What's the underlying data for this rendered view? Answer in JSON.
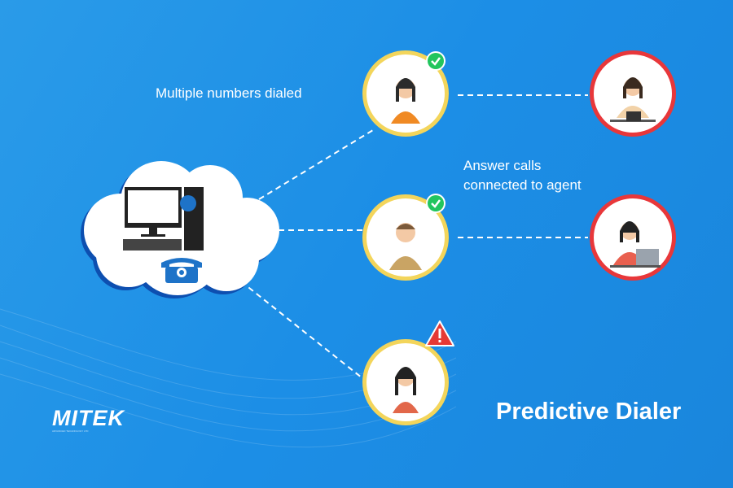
{
  "labels": {
    "dialed": "Multiple numbers dialed",
    "answer_line1": "Answer calls",
    "answer_line2": "connected to agent",
    "title": "Predictive Dialer"
  },
  "logo": {
    "text": "MITEK",
    "tagline": "ADVANCED TECHNOLOGY LTD"
  },
  "customers": [
    {
      "status": "answered",
      "badge": "check-icon"
    },
    {
      "status": "answered",
      "badge": "check-icon"
    },
    {
      "status": "unanswered",
      "badge": "warning-icon"
    }
  ],
  "colors": {
    "background": "#1c8ee6",
    "customer_ring": "#f3d55b",
    "agent_ring": "#e8373a",
    "check": "#22c55e",
    "warning": "#e53935"
  }
}
